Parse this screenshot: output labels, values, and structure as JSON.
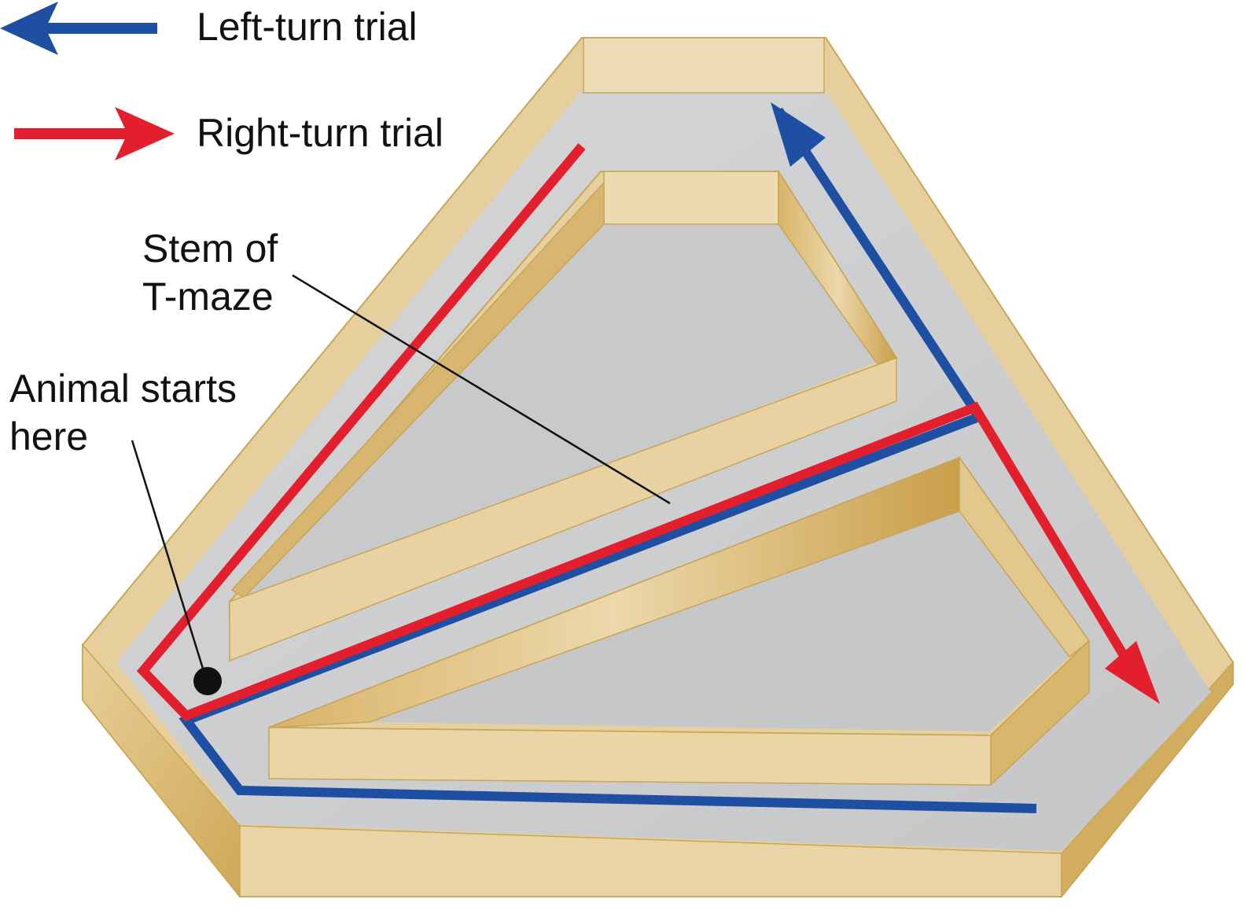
{
  "legend": [
    {
      "label": "Left-turn trial",
      "color": "#1f4fa3",
      "direction": "left"
    },
    {
      "label": "Right-turn trial",
      "color": "#e31e2d",
      "direction": "right"
    }
  ],
  "callouts": {
    "stem": {
      "line1": "Stem of",
      "line2": "T-maze"
    },
    "start": {
      "line1": "Animal starts",
      "line2": "here"
    }
  },
  "colors": {
    "wall_top": "#e9d4a6",
    "wall_side": "#d8b56e",
    "wall_dark": "#c9a24e",
    "floor": "#cfd0d2",
    "left_path": "#1f4fa3",
    "right_path": "#e31e2d",
    "leader_line": "#111111",
    "start_marker": "#111111"
  }
}
